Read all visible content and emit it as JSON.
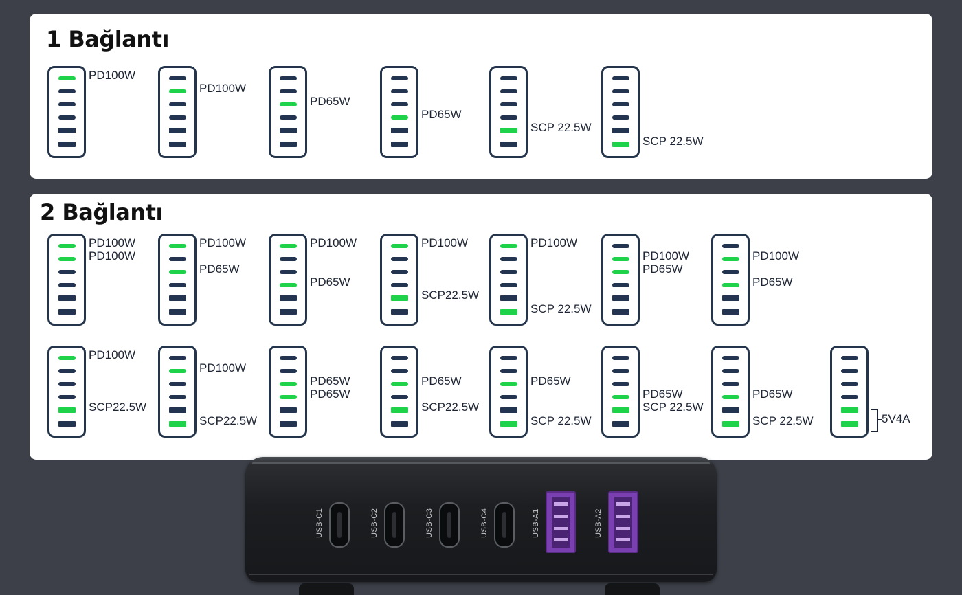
{
  "sections": [
    {
      "title": "1 Bağlantı",
      "units": [
        {
          "active": [
            0
          ],
          "labels": [
            {
              "text": "PD100W",
              "slot": 0
            }
          ]
        },
        {
          "active": [
            1
          ],
          "labels": [
            {
              "text": "PD100W",
              "slot": 1
            }
          ]
        },
        {
          "active": [
            2
          ],
          "labels": [
            {
              "text": "PD65W",
              "slot": 2
            }
          ]
        },
        {
          "active": [
            3
          ],
          "labels": [
            {
              "text": "PD65W",
              "slot": 3
            }
          ]
        },
        {
          "active": [
            4
          ],
          "labels": [
            {
              "text": "SCP 22.5W",
              "slot": 4
            }
          ]
        },
        {
          "active": [
            5
          ],
          "labels": [
            {
              "text": "SCP 22.5W",
              "slot": 5
            }
          ]
        }
      ]
    },
    {
      "title": "2 Bağlantı",
      "rows": [
        [
          {
            "active": [
              0,
              1
            ],
            "labels": [
              {
                "text": "PD100W",
                "slot": 0
              },
              {
                "text": "PD100W",
                "slot": 1
              }
            ]
          },
          {
            "active": [
              0,
              2
            ],
            "labels": [
              {
                "text": "PD100W",
                "slot": 0
              },
              {
                "text": "PD65W",
                "slot": 2
              }
            ]
          },
          {
            "active": [
              0,
              3
            ],
            "labels": [
              {
                "text": "PD100W",
                "slot": 0
              },
              {
                "text": "PD65W",
                "slot": 3
              }
            ]
          },
          {
            "active": [
              0,
              4
            ],
            "labels": [
              {
                "text": "PD100W",
                "slot": 0
              },
              {
                "text": "SCP22.5W",
                "slot": 4
              }
            ]
          },
          {
            "active": [
              0,
              5
            ],
            "labels": [
              {
                "text": "PD100W",
                "slot": 0
              },
              {
                "text": "SCP 22.5W",
                "slot": 5
              }
            ]
          },
          {
            "active": [
              1,
              2
            ],
            "labels": [
              {
                "text": "PD100W",
                "slot": 1
              },
              {
                "text": "PD65W",
                "slot": 2
              }
            ]
          },
          {
            "active": [
              1,
              3
            ],
            "labels": [
              {
                "text": "PD100W",
                "slot": 1
              },
              {
                "text": "PD65W",
                "slot": 3
              }
            ]
          }
        ],
        [
          {
            "active": [
              0,
              4
            ],
            "labels": [
              {
                "text": "PD100W",
                "slot": 0
              },
              {
                "text": "SCP22.5W",
                "slot": 4
              }
            ]
          },
          {
            "active": [
              1,
              5
            ],
            "labels": [
              {
                "text": "PD100W",
                "slot": 1
              },
              {
                "text": "SCP22.5W",
                "slot": 5
              }
            ]
          },
          {
            "active": [
              2,
              3
            ],
            "labels": [
              {
                "text": "PD65W",
                "slot": 2
              },
              {
                "text": "PD65W",
                "slot": 3
              }
            ]
          },
          {
            "active": [
              2,
              4
            ],
            "labels": [
              {
                "text": "PD65W",
                "slot": 2
              },
              {
                "text": "SCP22.5W",
                "slot": 4
              }
            ]
          },
          {
            "active": [
              2,
              5
            ],
            "labels": [
              {
                "text": "PD65W",
                "slot": 2
              },
              {
                "text": "SCP 22.5W",
                "slot": 5
              }
            ]
          },
          {
            "active": [
              3,
              4
            ],
            "labels": [
              {
                "text": "PD65W",
                "slot": 3
              },
              {
                "text": "SCP 22.5W",
                "slot": 4
              }
            ]
          },
          {
            "active": [
              3,
              5
            ],
            "labels": [
              {
                "text": "PD65W",
                "slot": 3
              },
              {
                "text": "SCP 22.5W",
                "slot": 5
              }
            ]
          },
          {
            "active": [
              4,
              5
            ],
            "labels": [
              {
                "text": "5V4A",
                "slot": "brace"
              }
            ]
          }
        ]
      ]
    }
  ],
  "device": {
    "ports": [
      {
        "label": "USB-C1",
        "type": "usb-c"
      },
      {
        "label": "USB-C2",
        "type": "usb-c"
      },
      {
        "label": "USB-C3",
        "type": "usb-c"
      },
      {
        "label": "USB-C4",
        "type": "usb-c"
      },
      {
        "label": "USB-A1",
        "type": "usb-a"
      },
      {
        "label": "USB-A2",
        "type": "usb-a"
      }
    ]
  },
  "colors": {
    "active": "#1ed24a",
    "inactive": "#233450",
    "background": "#3d4049",
    "usb_a": "#7a3fb0"
  }
}
